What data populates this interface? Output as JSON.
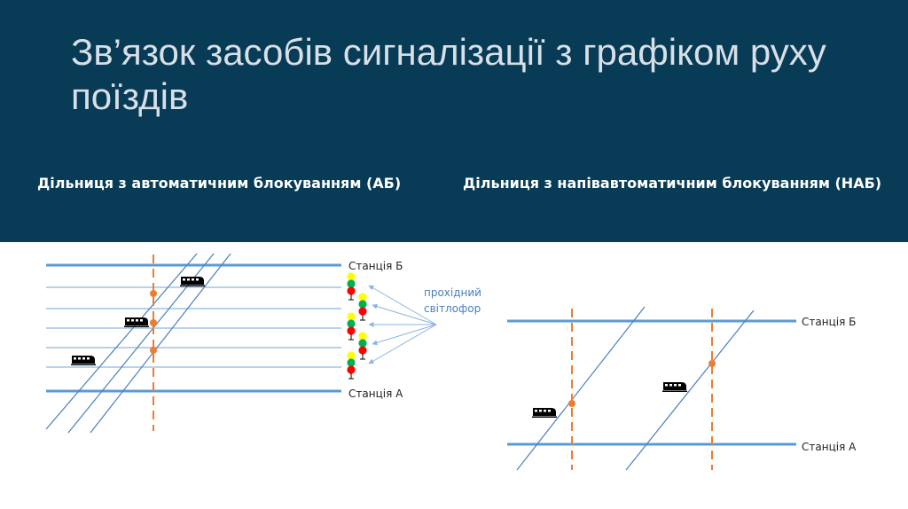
{
  "slide": {
    "title": "Зв’язок засобів сигналізації з графіком руху поїздів",
    "subtitle_left": "Дільниця з автоматичним блокуванням (АБ)",
    "subtitle_right": "Дільниця з напівавтоматичним блокуванням (НАБ)"
  },
  "left_diagram": {
    "station_top": "Станція Б",
    "station_bottom": "Станція А",
    "signal_annotation_line1": "прохідний",
    "signal_annotation_line2": "світлофор"
  },
  "right_diagram": {
    "station_top": "Станція Б",
    "station_bottom": "Станція А"
  },
  "colors": {
    "header_bg": "#073b56",
    "station_line": "#5b9bd5",
    "block_line": "#9dc3e6",
    "boundary": "#ed7d31",
    "train_path": "#4a7fc1",
    "signal_yellow": "#ffff00",
    "signal_green": "#00b050",
    "signal_red": "#ff0000"
  }
}
